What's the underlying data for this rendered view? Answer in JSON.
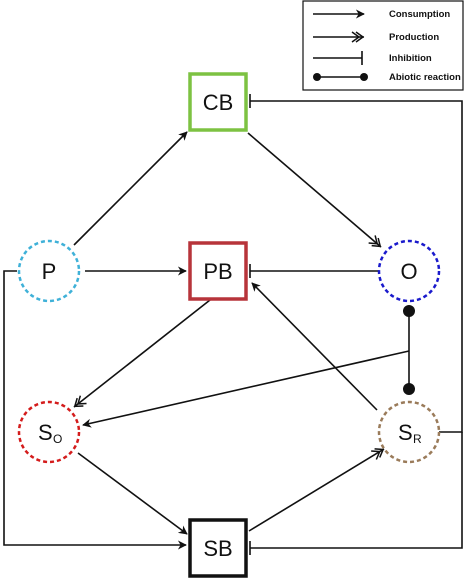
{
  "legend": {
    "consumption": "Consumption",
    "production": "Production",
    "inhibition": "Inhibition",
    "abiotic": "Abiotic reaction"
  },
  "nodes": {
    "cb": {
      "label": "CB",
      "color": "#7dc242"
    },
    "pb": {
      "label": "PB",
      "color": "#b7343a"
    },
    "sb": {
      "label": "SB",
      "color": "#111111"
    },
    "p": {
      "label": "P",
      "color": "#3fb1d8"
    },
    "o": {
      "label": "O",
      "color": "#1a1acc"
    },
    "so": {
      "label": "S",
      "sub": "O",
      "color": "#d41c1c"
    },
    "sr": {
      "label": "S",
      "sub": "R",
      "color": "#9a7b5a"
    }
  },
  "edges": [
    {
      "from": "P",
      "to": "CB",
      "kind": "consumption"
    },
    {
      "from": "P",
      "to": "PB",
      "kind": "consumption"
    },
    {
      "from": "P",
      "to": "SB",
      "kind": "consumption"
    },
    {
      "from": "CB",
      "to": "O",
      "kind": "production"
    },
    {
      "from": "PB",
      "to": "SO",
      "kind": "production"
    },
    {
      "from": "SR",
      "to": "PB",
      "kind": "consumption"
    },
    {
      "from": "O",
      "to": "SO",
      "kind": "consumption"
    },
    {
      "from": "SO",
      "to": "SB",
      "kind": "consumption"
    },
    {
      "from": "SB",
      "to": "SR",
      "kind": "production"
    },
    {
      "from": "O",
      "to": "PB",
      "kind": "inhibition"
    },
    {
      "from": "SR",
      "to": "CB",
      "kind": "inhibition"
    },
    {
      "from": "SR",
      "to": "SB",
      "kind": "inhibition"
    },
    {
      "from": "O",
      "to": "SR",
      "kind": "abiotic"
    }
  ]
}
